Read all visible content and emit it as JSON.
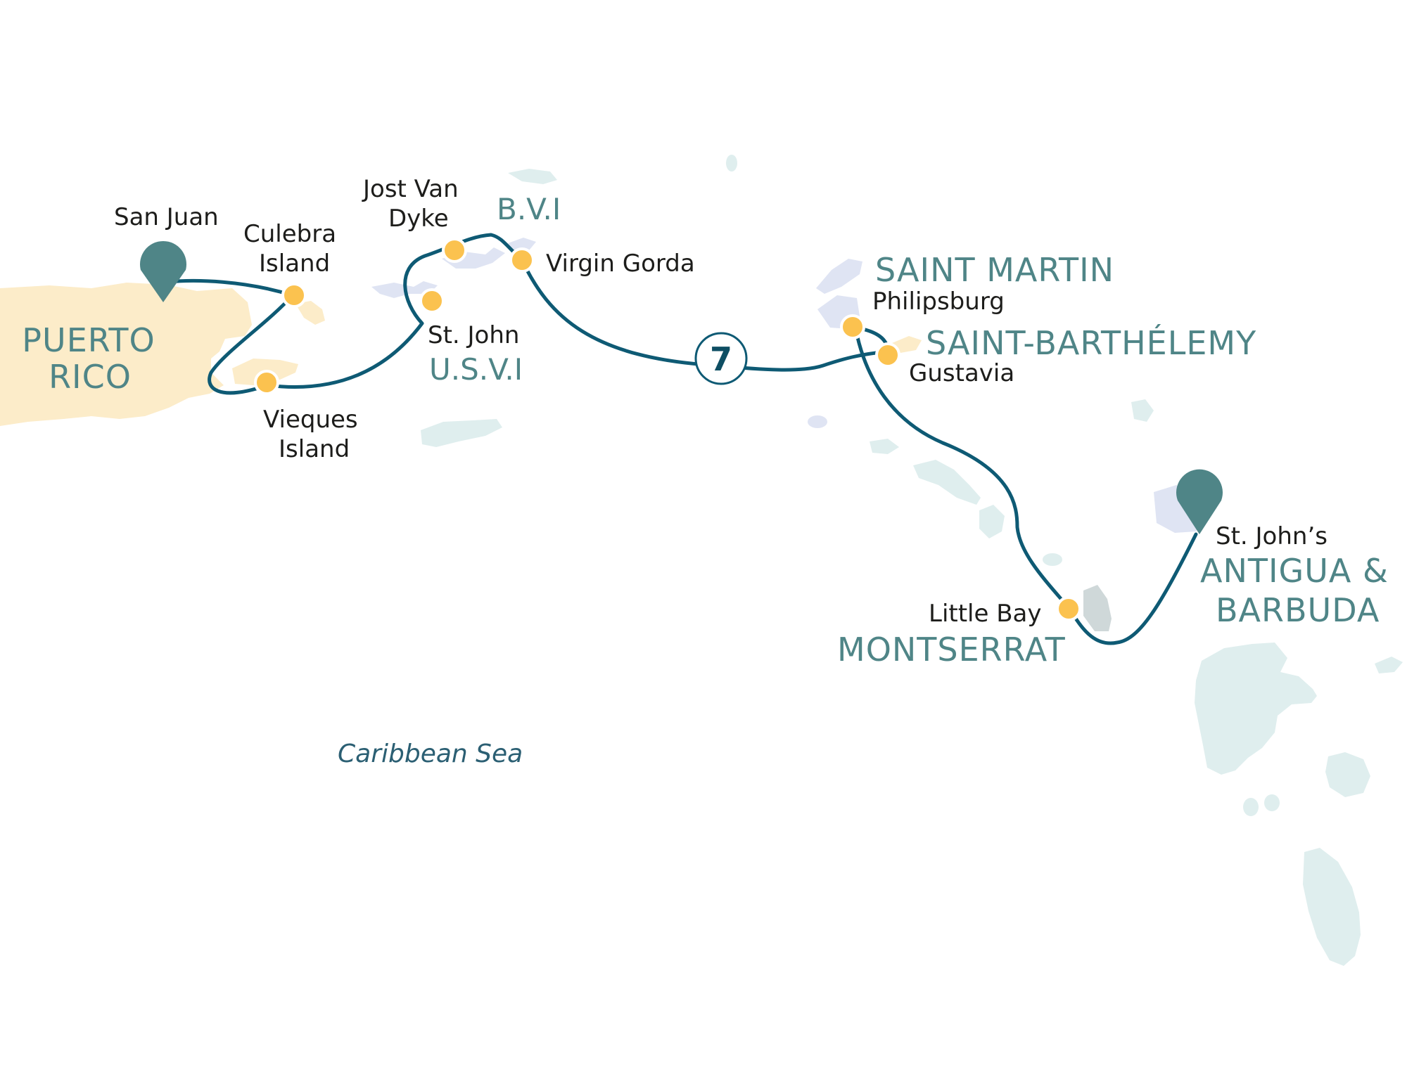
{
  "colors": {
    "route": "#0e5a74",
    "port_stop": "#fbc24f",
    "pin": "#4f8587",
    "land_mainland": "#fcecc9",
    "land_teal": "#dfeeee",
    "land_lavender": "#dfe4f3",
    "land_gray": "#cfd8d9",
    "region_text": "#4f8587",
    "sea_text": "#2b5f73"
  },
  "regions": {
    "puerto_rico_line1": "PUERTO",
    "puerto_rico_line2": "RICO",
    "bvi": "B.V.I",
    "usvi": "U.S.V.I",
    "saint_martin": "SAINT MARTIN",
    "saint_barthelemy": "SAINT-BARTHÉLEMY",
    "montserrat": "MONTSERRAT",
    "antigua_line1": "ANTIGUA &",
    "antigua_line2": "BARBUDA"
  },
  "ports": {
    "san_juan": "San Juan",
    "culebra_line1": "Culebra",
    "culebra_line2": "Island",
    "vieques_line1": "Vieques",
    "vieques_line2": "Island",
    "jost_line1": "Jost Van",
    "jost_line2": "Dyke",
    "st_john": "St. John",
    "virgin_gorda": "Virgin Gorda",
    "philipsburg": "Philipsburg",
    "gustavia": "Gustavia",
    "little_bay": "Little Bay",
    "st_johns": "St. John’s"
  },
  "sea": "Caribbean Sea",
  "nights": "7",
  "icons": {
    "start_pin": "map-pin-icon",
    "end_pin": "map-pin-icon",
    "stop": "port-dot-icon"
  }
}
